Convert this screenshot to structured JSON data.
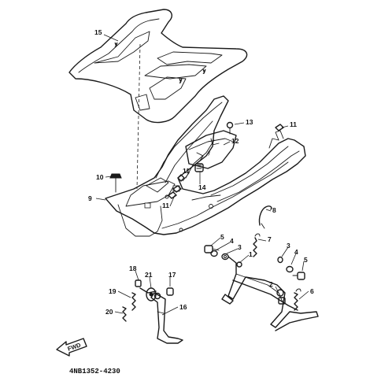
{
  "diagram_code": "4NB1352-4230",
  "fwd_label": "FWD",
  "callouts": {
    "c15": "15",
    "c13": "13",
    "c11a": "11",
    "c12": "12",
    "c10": "10",
    "c11b": "11",
    "c14": "14",
    "c9": "9",
    "c11c": "11",
    "c8": "8",
    "c5a": "5",
    "c4a": "4",
    "c3a": "3",
    "c7": "7",
    "c1": "1",
    "c3b": "3",
    "c4b": "4",
    "c5b": "5",
    "c2": "2",
    "c6": "6",
    "c18": "18",
    "c21": "21",
    "c17": "17",
    "c19": "19",
    "c16": "16",
    "c20": "20"
  }
}
